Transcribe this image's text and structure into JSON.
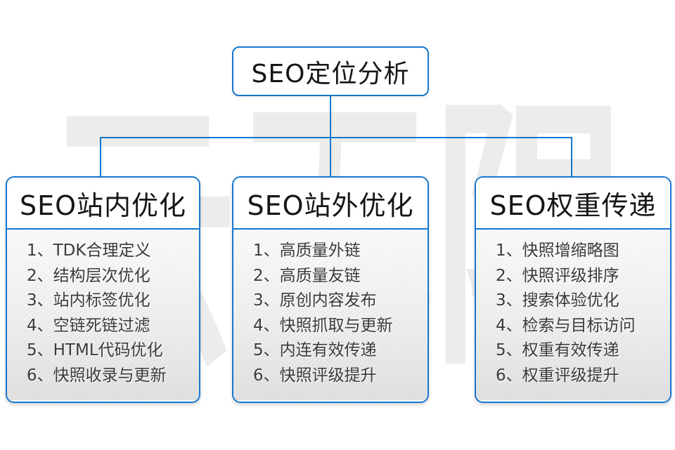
{
  "diagram": {
    "root": {
      "title": "SEO定位分析"
    },
    "columns": [
      {
        "title": "SEO站内优化",
        "items": [
          "1、TDK合理定义",
          "2、结构层次优化",
          "3、站内标签优化",
          "4、空链死链过滤",
          "5、HTML代码优化",
          "6、快照收录与更新"
        ]
      },
      {
        "title": "SEO站外优化",
        "items": [
          "1、高质量外链",
          "2、高质量友链",
          "3、原创内容发布",
          "4、快照抓取与更新",
          "5、内连有效传递",
          "6、快照评级提升"
        ]
      },
      {
        "title": "SEO权重传递",
        "items": [
          "1、快照增缩略图",
          "2、快照评级排序",
          "3、搜索体验优化",
          "4、检索与目标访问",
          "5、权重有效传递",
          "6、权重评级提升"
        ]
      }
    ],
    "watermark": "云无限",
    "colors": {
      "accent_blue": "#1577cd",
      "watermark_gray": "#ececec",
      "list_text": "#3a3a3a",
      "panel_gradient_bottom": "#e1e1e1"
    }
  }
}
